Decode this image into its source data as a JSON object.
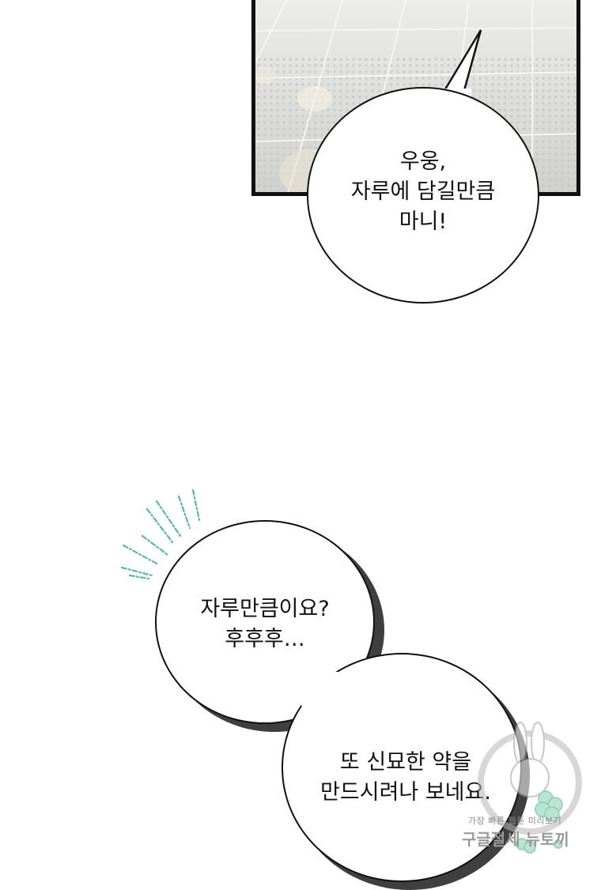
{
  "bubble1": {
    "lines": [
      "우웅,",
      "자루에 담길만큼",
      "마니!"
    ]
  },
  "bubble2": {
    "lines": [
      "자루만큼이요?",
      "후후후…"
    ]
  },
  "bubble3": {
    "lines": [
      "또 신묘한 약을",
      "만드시려나 보네요."
    ]
  },
  "watermark": {
    "small": "가장 빠른 웹툰 미리보기",
    "big": "구글절세 뉴토끼"
  },
  "colors": {
    "sfx_lines": "#5bb89a",
    "panel_bg": "#d9d9d6",
    "border": "#111111"
  }
}
